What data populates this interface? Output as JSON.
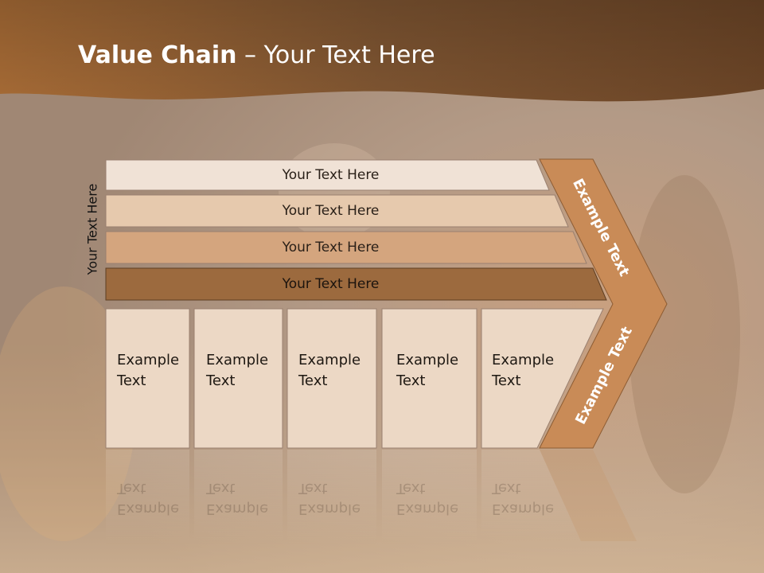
{
  "slide": {
    "title_bold": "Value Chain",
    "title_rest": " – Your Text Here",
    "side_label": "Your Text Here",
    "rows": [
      {
        "label": "Your Text Here"
      },
      {
        "label": "Your Text Here"
      },
      {
        "label": "Your Text Here"
      },
      {
        "label": "Your Text Here"
      }
    ],
    "columns": [
      {
        "line1": "Example",
        "line2": "Text"
      },
      {
        "line1": "Example",
        "line2": "Text"
      },
      {
        "line1": "Example",
        "line2": "Text"
      },
      {
        "line1": "Example",
        "line2": "Text"
      },
      {
        "line1": "Example",
        "line2": "Text"
      }
    ],
    "chevron_top": "Example Text",
    "chevron_bottom": "Example Text"
  },
  "colors": {
    "header": "#8a5a30",
    "row1": "#f0e2d6",
    "row2": "#e6c9ad",
    "row3": "#d4a57e",
    "row4": "#9c6a3e",
    "box": "#ecd8c5",
    "chevron": "#c98b57"
  }
}
